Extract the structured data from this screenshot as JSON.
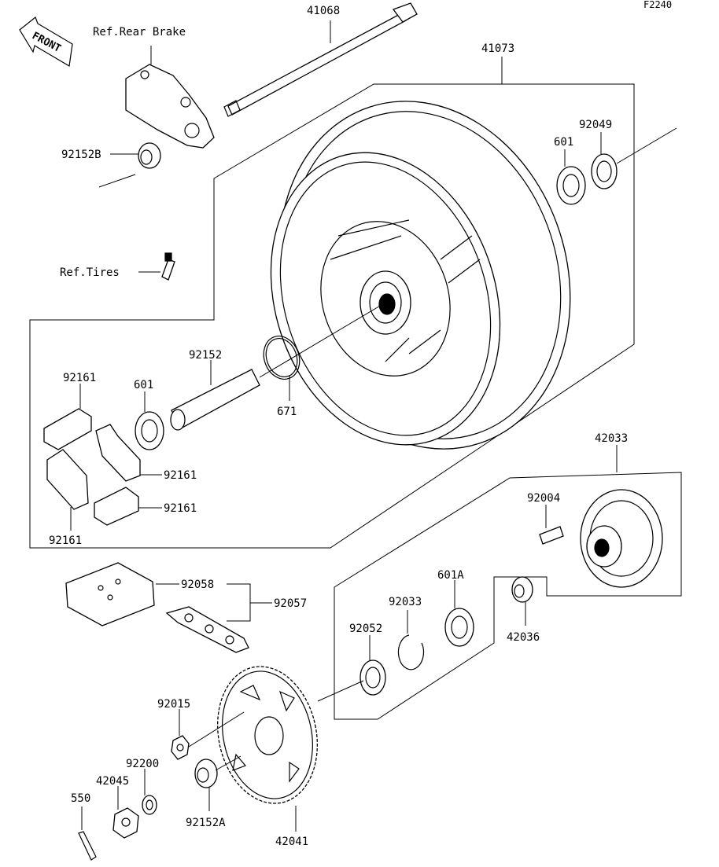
{
  "diagram_code": "F2240",
  "front_label": "FRONT",
  "refs": {
    "rear_brake": "Ref.Rear Brake",
    "tires": "Ref.Tires"
  },
  "parts": {
    "p41068": "41068",
    "p41073": "41073",
    "p92049": "92049",
    "p601_top": "601",
    "p92152B": "92152B",
    "p92152": "92152",
    "p671": "671",
    "p92161_a": "92161",
    "p601_left": "601",
    "p92161_b": "92161",
    "p92161_c": "92161",
    "p92161_d": "92161",
    "p42033": "42033",
    "p92004": "92004",
    "p601A": "601A",
    "p92033": "92033",
    "p92052": "92052",
    "p42036": "42036",
    "p92058": "92058",
    "p92057": "92057",
    "p92015": "92015",
    "p92200": "92200",
    "p42045": "42045",
    "p550": "550",
    "p92152A": "92152A",
    "p42041": "42041"
  }
}
